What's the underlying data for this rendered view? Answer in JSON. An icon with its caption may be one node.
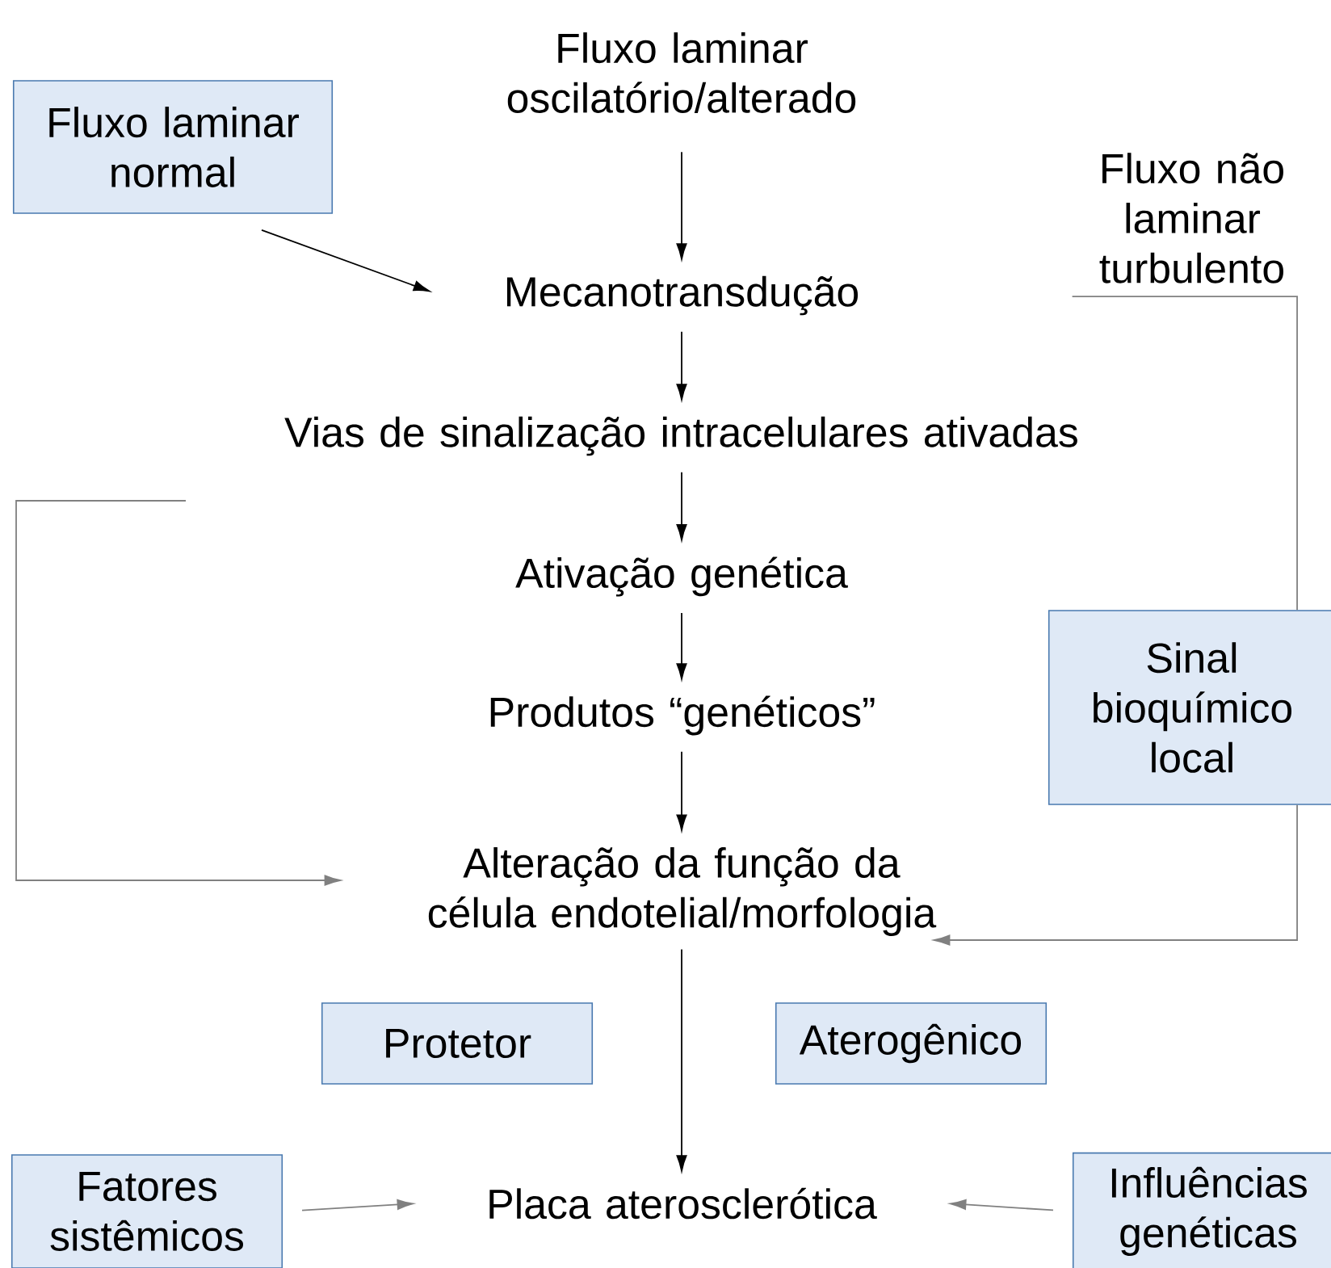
{
  "diagram": {
    "nodes": [
      {
        "text": [
          "Fluxo laminar oscilatório/alterado"
        ]
      },
      {
        "text": [
          "Fluxo laminar normal"
        ]
      },
      {
        "text": [
          "Fluxo não laminar turbulento"
        ]
      },
      {
        "text": [
          "Mecanotransdução"
        ]
      },
      {
        "text": [
          "Vias de sinalização intracelulares ativadas"
        ]
      },
      {
        "text": [
          "Ativação genética"
        ]
      },
      {
        "text": [
          "Sinal bioquímico local"
        ]
      },
      {
        "text": [
          "Produtos “genéticos”"
        ]
      },
      {
        "text": [
          "Alteração da função da célula endotelial/morfologia"
        ]
      },
      {
        "text": [
          "Protetor"
        ]
      },
      {
        "text": [
          "Aterogênico"
        ]
      },
      {
        "text": [
          "Fatores sistêmicos"
        ]
      },
      {
        "text": [
          "Placa aterosclerótica"
        ]
      },
      {
        "text": [
          "Influências genéticas"
        ]
      }
    ],
    "edges": [
      {
        "from": 0,
        "to": 3,
        "arrow": "to"
      },
      {
        "from": 1,
        "to": 3,
        "arrow": "to"
      },
      {
        "from": 3,
        "to": 4,
        "arrow": "to"
      },
      {
        "from": 4,
        "to": 5,
        "arrow": "to"
      },
      {
        "from": 5,
        "to": 7,
        "arrow": "to"
      },
      {
        "from": 7,
        "to": 8,
        "arrow": "to"
      },
      {
        "from": null,
        "to": 8,
        "arrow": "to",
        "color": "#808080"
      },
      {
        "from": 2,
        "to": 6,
        "arrow": "none",
        "color": "#808080"
      },
      {
        "from": 6,
        "to": 8,
        "arrow": "to",
        "color": "#808080"
      },
      {
        "from": 8,
        "to": 12,
        "arrow": "to"
      },
      {
        "from": 11,
        "to": 12,
        "arrow": "to",
        "color": "#808080"
      },
      {
        "from": 13,
        "to": 12,
        "arrow": "to",
        "color": "#808080"
      }
    ]
  }
}
